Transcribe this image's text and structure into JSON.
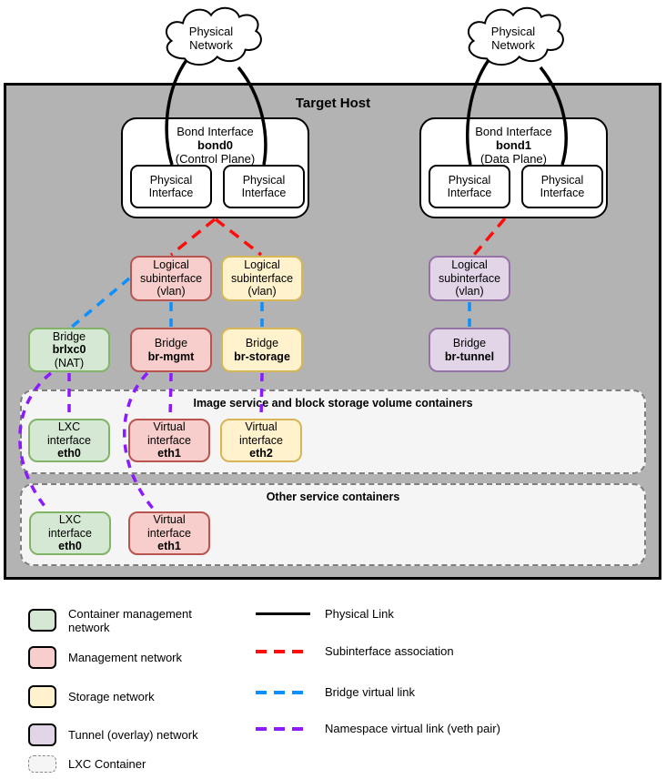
{
  "clouds": [
    {
      "line1": "Physical",
      "line2": "Network"
    },
    {
      "line1": "Physical",
      "line2": "Network"
    }
  ],
  "host": {
    "title": "Target Host"
  },
  "bonds": [
    {
      "title": "Bond Interface",
      "name": "bond0",
      "plane": "(Control Plane)",
      "interfaces": [
        "Physical Interface",
        "Physical Interface"
      ]
    },
    {
      "title": "Bond Interface",
      "name": "bond1",
      "plane": "(Data Plane)",
      "interfaces": [
        "Physical Interface",
        "Physical Interface"
      ]
    }
  ],
  "subinterfaces": [
    {
      "line1": "Logical",
      "line2": "subinterface",
      "line3": "(vlan)",
      "network": "management"
    },
    {
      "line1": "Logical",
      "line2": "subinterface",
      "line3": "(vlan)",
      "network": "storage"
    },
    {
      "line1": "Logical",
      "line2": "subinterface",
      "line3": "(vlan)",
      "network": "tunnel"
    }
  ],
  "bridges": [
    {
      "label": "Bridge",
      "name": "brlxc0",
      "note": "(NAT)",
      "network": "container-management"
    },
    {
      "label": "Bridge",
      "name": "br-mgmt",
      "network": "management"
    },
    {
      "label": "Bridge",
      "name": "br-storage",
      "network": "storage"
    },
    {
      "label": "Bridge",
      "name": "br-tunnel",
      "network": "tunnel"
    }
  ],
  "containers": [
    {
      "title": "Image service and block storage volume containers",
      "interfaces": [
        {
          "type": "LXC",
          "word": "interface",
          "name": "eth0",
          "network": "container-management"
        },
        {
          "type": "Virtual",
          "word": "interface",
          "name": "eth1",
          "network": "management"
        },
        {
          "type": "Virtual",
          "word": "interface",
          "name": "eth2",
          "network": "storage"
        }
      ]
    },
    {
      "title": "Other service containers",
      "interfaces": [
        {
          "type": "LXC",
          "word": "interface",
          "name": "eth0",
          "network": "container-management"
        },
        {
          "type": "Virtual",
          "word": "interface",
          "name": "eth1",
          "network": "management"
        }
      ]
    }
  ],
  "legend": {
    "swatches": [
      {
        "label": "Container management network",
        "color": "green"
      },
      {
        "label": "Management network",
        "color": "red"
      },
      {
        "label": "Storage network",
        "color": "yellow"
      },
      {
        "label": "Tunnel (overlay) network",
        "color": "purple"
      },
      {
        "label": "LXC Container",
        "color": "dashed-gray"
      }
    ],
    "links": [
      {
        "label": "Physical Link",
        "style": "solid-black"
      },
      {
        "label": "Subinterface association",
        "style": "dashed-red"
      },
      {
        "label": "Bridge virtual link",
        "style": "dashed-blue"
      },
      {
        "label": "Namespace virtual link (veth pair)",
        "style": "dashed-purple"
      }
    ]
  },
  "colors": {
    "green_fill": "#d5e8d4",
    "green_border": "#82b366",
    "red_fill": "#f8cecc",
    "red_border": "#b85450",
    "yellow_fill": "#fff2cc",
    "yellow_border": "#d6b656",
    "purple_fill": "#e1d5e7",
    "purple_border": "#9673a6",
    "host_fill": "#b3b3b3",
    "container_fill": "#f5f5f5",
    "physical_link": "#000000",
    "subinterface_association": "#ff0d0d",
    "bridge_virtual_link": "#0d8fff",
    "namespace_virtual_link": "#8c1aff"
  }
}
